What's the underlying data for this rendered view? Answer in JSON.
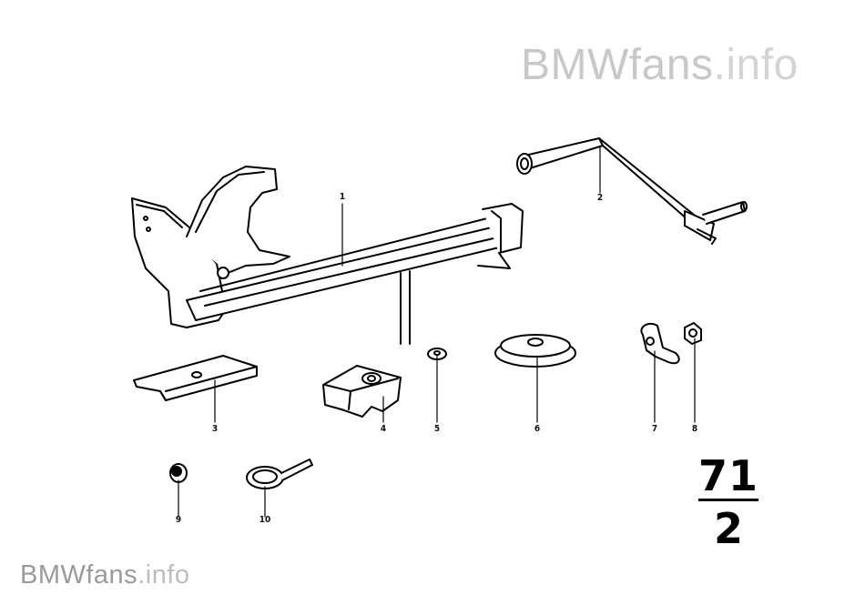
{
  "watermark": {
    "top": {
      "brand": "BMWfans",
      "suffix": ".info"
    },
    "bottom": {
      "brand": "BMWfans",
      "suffix": ".info"
    }
  },
  "callouts": [
    "1",
    "2",
    "3",
    "4",
    "5",
    "6",
    "7",
    "8",
    "9",
    "10"
  ],
  "reference": {
    "group": "71",
    "sheet": "2"
  }
}
